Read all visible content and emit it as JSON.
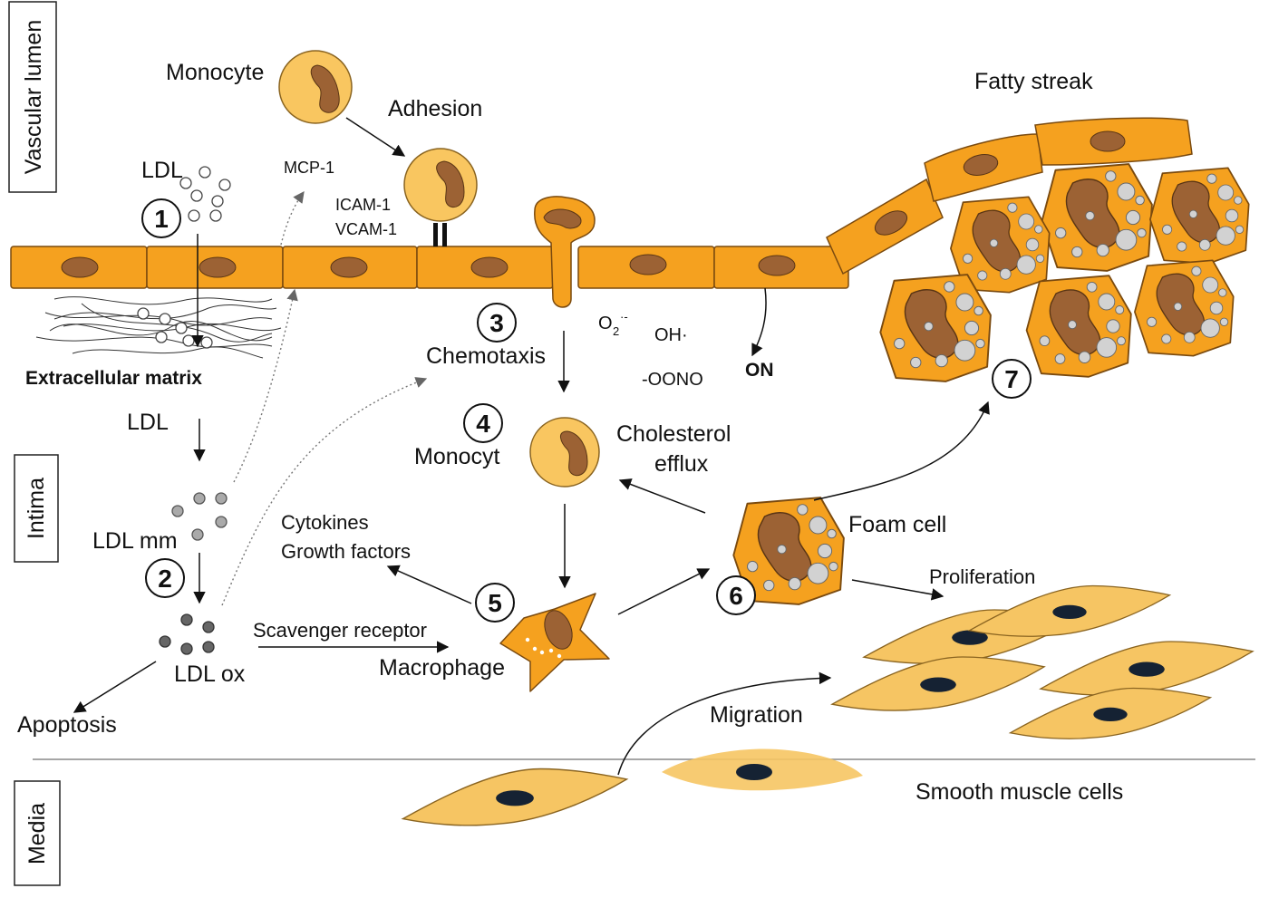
{
  "regions": {
    "lumen": "Vascular lumen",
    "intima": "Intima",
    "media": "Media"
  },
  "labels": {
    "monocyte": "Monocyte",
    "adhesion": "Adhesion",
    "ldl": "LDL",
    "mcp1": "MCP-1",
    "icam": "ICAM-1",
    "vcam": "VCAM-1",
    "fatty_streak": "Fatty streak",
    "ecm": "Extracellular matrix",
    "ldl2": "LDL",
    "chemotaxis": "Chemotaxis",
    "o2": "O",
    "o2_sub": "2",
    "o2_sup": "·-",
    "oh": "OH·",
    "oono": "-OONO",
    "on": "ON",
    "monocyt": "Monocyt",
    "cholesterol_efflux_1": "Cholesterol",
    "cholesterol_efflux_2": "efflux",
    "ldl_mm": "LDL mm",
    "cytokines": "Cytokines",
    "growth_factors": "Growth factors",
    "foam_cell": "Foam cell",
    "proliferation": "Proliferation",
    "scavenger": "Scavenger receptor",
    "macrophage": "Macrophage",
    "ldl_ox": "LDL ox",
    "apoptosis": "Apoptosis",
    "migration": "Migration",
    "smc": "Smooth muscle cells"
  },
  "steps": [
    "1",
    "2",
    "3",
    "4",
    "5",
    "6",
    "7"
  ],
  "colors": {
    "cell_fill": "#f5a11f",
    "cell_stroke": "#7a4a0f",
    "nucleus": "#9c6234",
    "monocyte_fill": "#f9c660",
    "smc_fill": "#f6c563",
    "smc_nucleus": "#152233",
    "vacuole": "#d2d2d2"
  }
}
